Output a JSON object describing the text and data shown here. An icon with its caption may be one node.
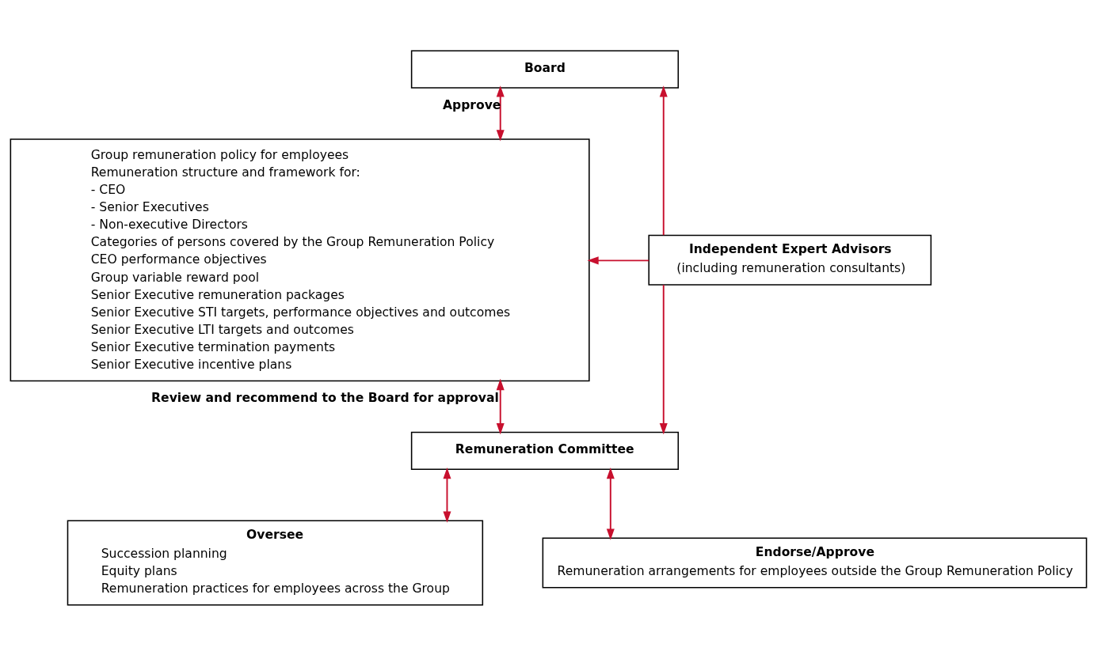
{
  "diagram": {
    "nodes": [
      {
        "text": [
          "Board"
        ]
      },
      {
        "text": [
          "Group remuneration policy for employees",
          "Remuneration structure and framework for:",
          "- CEO",
          "- Senior Executives",
          "- Non-executive Directors",
          "Categories of persons covered by the Group Remuneration Policy",
          "CEO performance objectives",
          "Group variable reward pool",
          "Senior Executive remuneration packages",
          "Senior Executive STI targets, performance objectives and outcomes",
          "Senior Executive LTI targets and outcomes",
          "Senior Executive termination payments",
          "Senior Executive incentive plans"
        ]
      },
      {
        "text": [
          "Independent Expert Advisors",
          "(including remuneration consultants)"
        ]
      },
      {
        "text": [
          "Remuneration Committee"
        ]
      },
      {
        "text": [
          "Oversee",
          "Succession planning",
          "Equity plans",
          "Remuneration practices for employees across the Group"
        ]
      },
      {
        "text": [
          "Endorse/Approve",
          "Remuneration arrangements for employees outside the Group Remuneration Policy"
        ]
      }
    ],
    "edges": [
      {
        "from": 0,
        "to": 1,
        "arrow": "both",
        "label": "Approve"
      },
      {
        "from": 2,
        "to": 0,
        "arrow": "to"
      },
      {
        "from": 2,
        "to": 1,
        "arrow": "to"
      },
      {
        "from": 1,
        "to": 3,
        "arrow": "both",
        "label": "Review and recommend to the Board for approval"
      },
      {
        "from": 2,
        "to": 3,
        "arrow": "to"
      },
      {
        "from": 3,
        "to": 4,
        "arrow": "both"
      },
      {
        "from": 3,
        "to": 5,
        "arrow": "both"
      }
    ]
  }
}
